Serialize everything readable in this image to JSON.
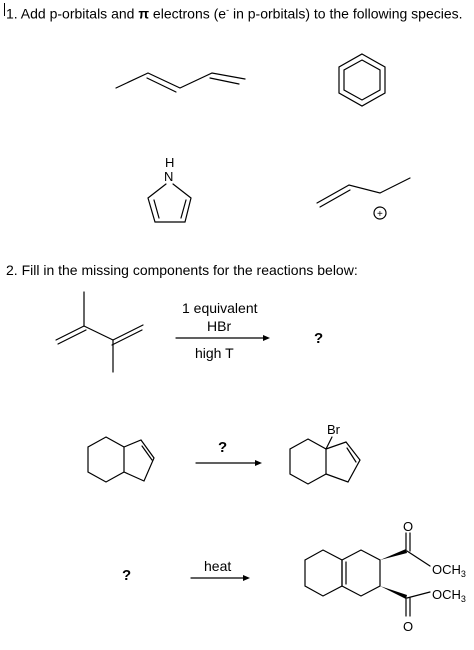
{
  "question1": {
    "number": "1.",
    "text_before": " Add p-orbitals and ",
    "pi_symbol": "π",
    "text_middle": " electrons (e",
    "superscript": "-",
    "text_after": " in p-orbitals) to the following species."
  },
  "question2": {
    "text": "2. Fill in the missing components for the reactions below:"
  },
  "structures": {
    "pyrrole_atom_h": "H",
    "pyrrole_atom_n": "N",
    "cation_charge": "+"
  },
  "reaction1": {
    "reagent_line1": "1 equivalent",
    "reagent_line2": "HBr",
    "condition": "high T",
    "product": "?"
  },
  "reaction2": {
    "reagent": "?",
    "product_atom": "Br"
  },
  "reaction3": {
    "starting_material": "?",
    "condition": "heat",
    "ester_label_top": "OCH3",
    "ester_label_bottom": "OCH3",
    "carbonyl_o_top": "O",
    "carbonyl_o_bottom": "O"
  }
}
